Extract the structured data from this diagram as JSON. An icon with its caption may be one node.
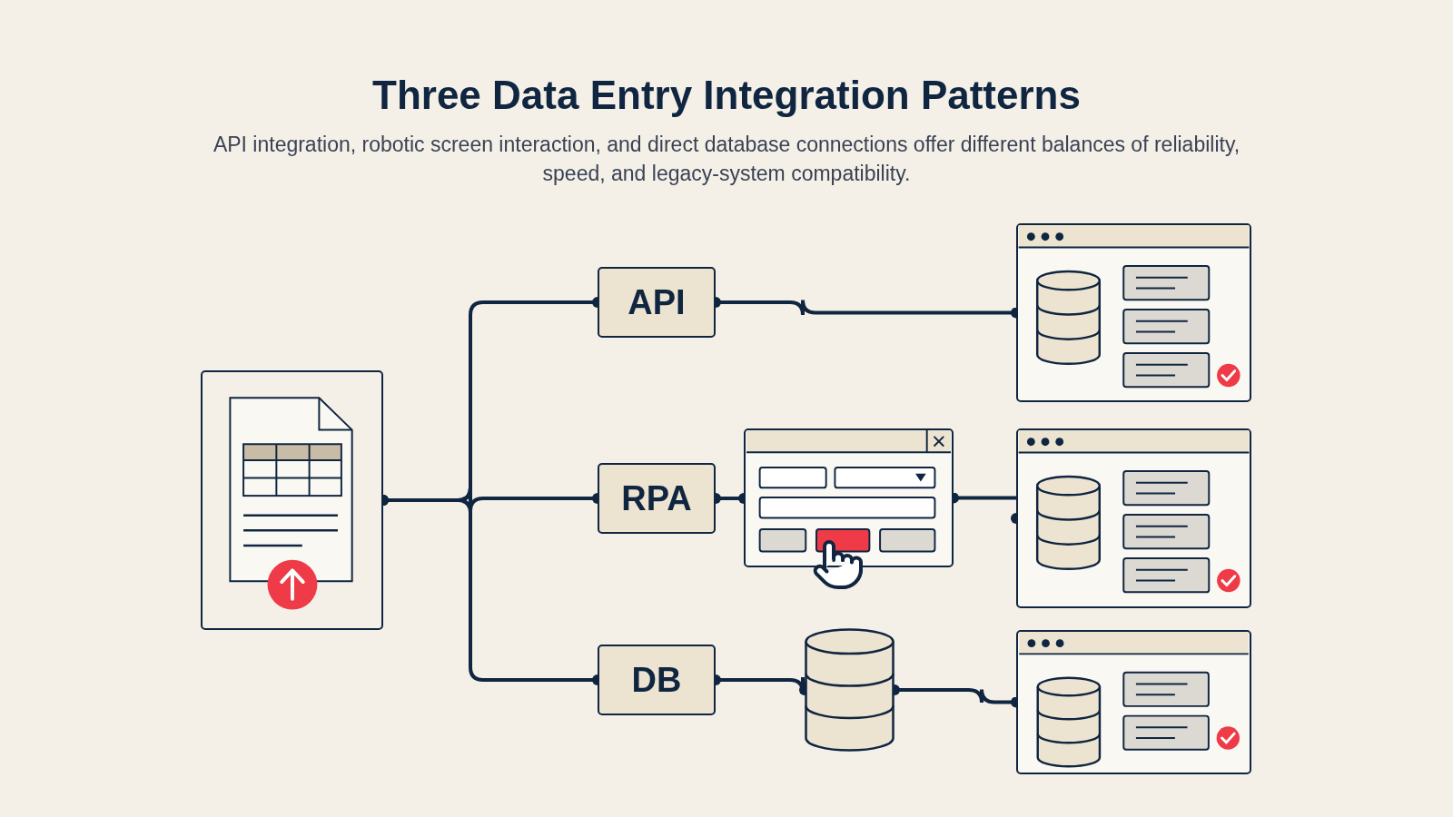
{
  "diagram": {
    "title": "Three Data Entry Integration Patterns",
    "caption": "API integration, robotic screen interaction, and direct database connections offer different balances of reliability, speed, and legacy-system compatibility.",
    "nodes": [
      {
        "text": [],
        "shape": "picture"
      },
      {
        "text": [
          "API"
        ]
      },
      {
        "text": [
          "RPA"
        ]
      },
      {
        "text": [
          "DB"
        ]
      },
      {
        "text": [],
        "shape": "picture"
      },
      {
        "text": [],
        "shape": "picture"
      },
      {
        "text": [],
        "shape": "picture"
      },
      {
        "text": [],
        "shape": "cylinder"
      },
      {
        "text": [],
        "shape": "picture"
      }
    ],
    "edges": [
      {
        "from": 0,
        "to": 1,
        "arrow": "other"
      },
      {
        "from": 0,
        "to": 2,
        "arrow": "other"
      },
      {
        "from": 0,
        "to": 3,
        "arrow": "other"
      },
      {
        "from": 1,
        "to": 4,
        "arrow": "other"
      },
      {
        "from": 2,
        "to": 5,
        "arrow": "other"
      },
      {
        "from": 5,
        "to": 6,
        "arrow": "other"
      },
      {
        "from": 3,
        "to": 7,
        "arrow": "other"
      },
      {
        "from": 7,
        "to": 8,
        "arrow": "other"
      }
    ]
  }
}
